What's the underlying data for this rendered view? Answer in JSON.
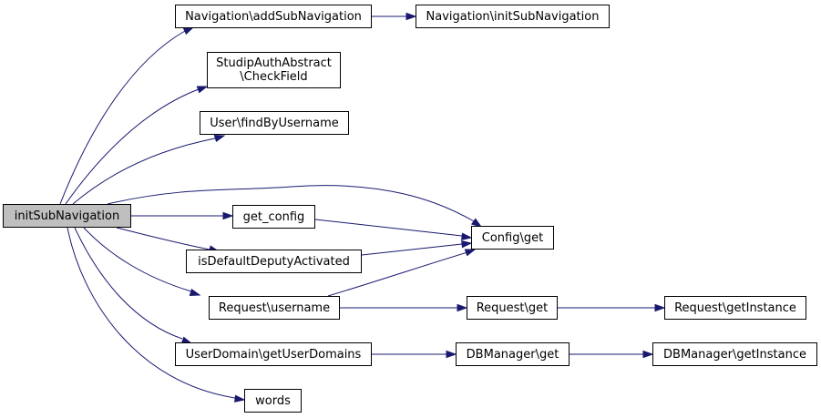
{
  "graph": {
    "nodes": {
      "root": "initSubNavigation",
      "add_sub_navigation": "Navigation\\addSubNavigation",
      "nav_init_sub_navigation": "Navigation\\initSubNavigation",
      "check_field": "StudipAuthAbstract\n\\CheckField",
      "find_by_username": "User\\findByUsername",
      "get_config": "get_config",
      "config_get": "Config\\get",
      "is_default_deputy": "isDefaultDeputyActivated",
      "request_username": "Request\\username",
      "request_get": "Request\\get",
      "request_get_instance": "Request\\getInstance",
      "user_domains": "UserDomain\\getUserDomains",
      "dbmanager_get": "DBManager\\get",
      "dbmanager_get_instance": "DBManager\\getInstance",
      "words": "words"
    },
    "edges": [
      [
        "root",
        "add_sub_navigation"
      ],
      [
        "add_sub_navigation",
        "nav_init_sub_navigation"
      ],
      [
        "root",
        "check_field"
      ],
      [
        "root",
        "find_by_username"
      ],
      [
        "root",
        "config_get"
      ],
      [
        "root",
        "get_config"
      ],
      [
        "get_config",
        "config_get"
      ],
      [
        "root",
        "is_default_deputy"
      ],
      [
        "is_default_deputy",
        "config_get"
      ],
      [
        "root",
        "request_username"
      ],
      [
        "request_username",
        "config_get"
      ],
      [
        "request_username",
        "request_get"
      ],
      [
        "request_get",
        "request_get_instance"
      ],
      [
        "root",
        "user_domains"
      ],
      [
        "user_domains",
        "dbmanager_get"
      ],
      [
        "dbmanager_get",
        "dbmanager_get_instance"
      ],
      [
        "root",
        "words"
      ]
    ],
    "colors": {
      "edge": "#191970",
      "node_border": "#000000",
      "root_fill": "#bfbfbf",
      "node_fill": "#ffffff"
    }
  }
}
